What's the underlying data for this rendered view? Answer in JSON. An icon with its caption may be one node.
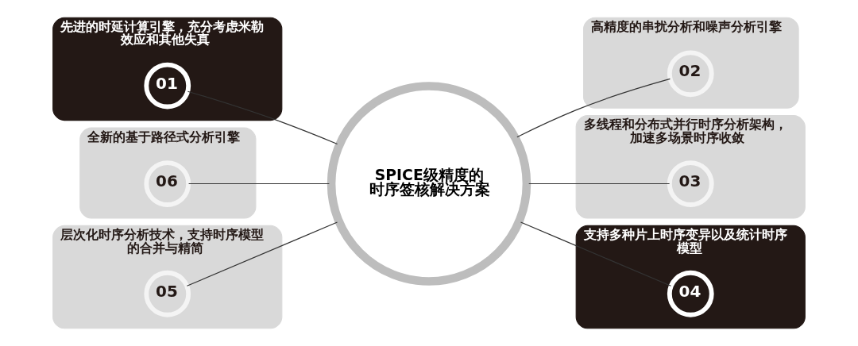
{
  "diagram": {
    "nodes": [
      {
        "text": [
          "先进的时延计算引擎，充分考虑米勒效应和其他失真"
        ]
      },
      {
        "text": [
          "01"
        ],
        "in": 0
      },
      {
        "text": [
          "高精度的串扰分析和噪声分析引擎"
        ]
      },
      {
        "text": [
          "02"
        ],
        "in": 2
      },
      {
        "text": [
          "全新的基于路径式分析引擎"
        ]
      },
      {
        "text": [
          "06"
        ],
        "in": 4
      },
      {
        "text": [
          "SPICE级精度的时序签核解决方案"
        ]
      },
      {
        "text": [
          "多线程和分布式并行时序分析架构，加速多场景时序收敛"
        ]
      },
      {
        "text": [
          "03"
        ],
        "in": 7
      },
      {
        "text": [
          "层次化时序分析技术，支持时序模型的合并与精简"
        ]
      },
      {
        "text": [
          "05"
        ],
        "in": 9
      },
      {
        "text": [
          "支持多种片上时序变异以及统计时序模型"
        ]
      },
      {
        "text": [
          "04"
        ],
        "in": 11
      }
    ],
    "edges": [
      {
        "from": 1,
        "to": 6,
        "arrow": "none"
      },
      {
        "from": 6,
        "to": 3,
        "arrow": "none"
      },
      {
        "from": 5,
        "to": 6,
        "arrow": "none"
      },
      {
        "from": 6,
        "to": 8,
        "arrow": "none"
      },
      {
        "from": 10,
        "to": 6,
        "arrow": "none"
      },
      {
        "from": 6,
        "to": 12,
        "arrow": "none"
      }
    ]
  }
}
